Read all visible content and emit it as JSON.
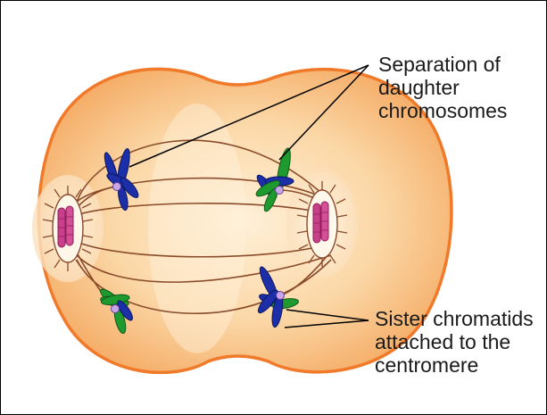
{
  "labels": {
    "separation": [
      "Separation of",
      "daughter",
      "chromosomes"
    ],
    "sister": [
      "Sister chromatids",
      "attached to the",
      "centromere"
    ]
  },
  "colors": {
    "cell_fill": "#f9c98a",
    "cell_outline": "#f07a2a",
    "spindle_fiber": "#8a4b2a",
    "chromatid_blue": "#1c2fa8",
    "chromatid_green": "#1f9a2f",
    "centromere": "#c9a6e8",
    "centrosome": "#c8408a"
  }
}
